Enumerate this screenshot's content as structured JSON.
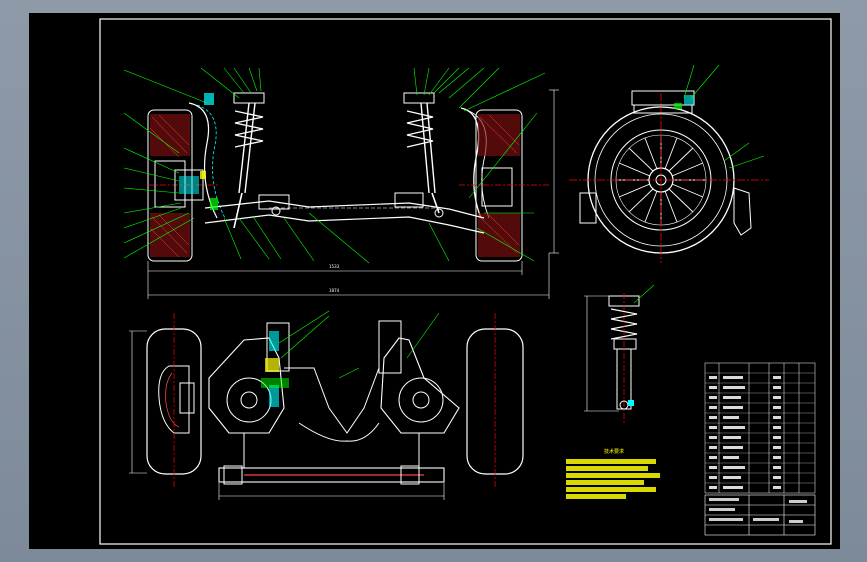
{
  "sheet": {
    "background": "#000000",
    "frame_color": "#ffffff",
    "line_colors": {
      "outline": "#ffffff",
      "leader": "#00ff00",
      "center": "#ff0000",
      "hatch": "#ff3030",
      "dimension": "#00ff00",
      "text": "#ffff00",
      "hidden": "#00ffff"
    }
  },
  "views": {
    "front_view": {
      "name": "front-elevation"
    },
    "side_view": {
      "name": "wheel-side-view"
    },
    "top_view": {
      "name": "plan-view"
    },
    "strut_detail": {
      "name": "strut-detail"
    }
  },
  "notes": {
    "title": "技术要求"
  },
  "title_block": {
    "company": "",
    "drawing_name": "",
    "scale": ""
  }
}
